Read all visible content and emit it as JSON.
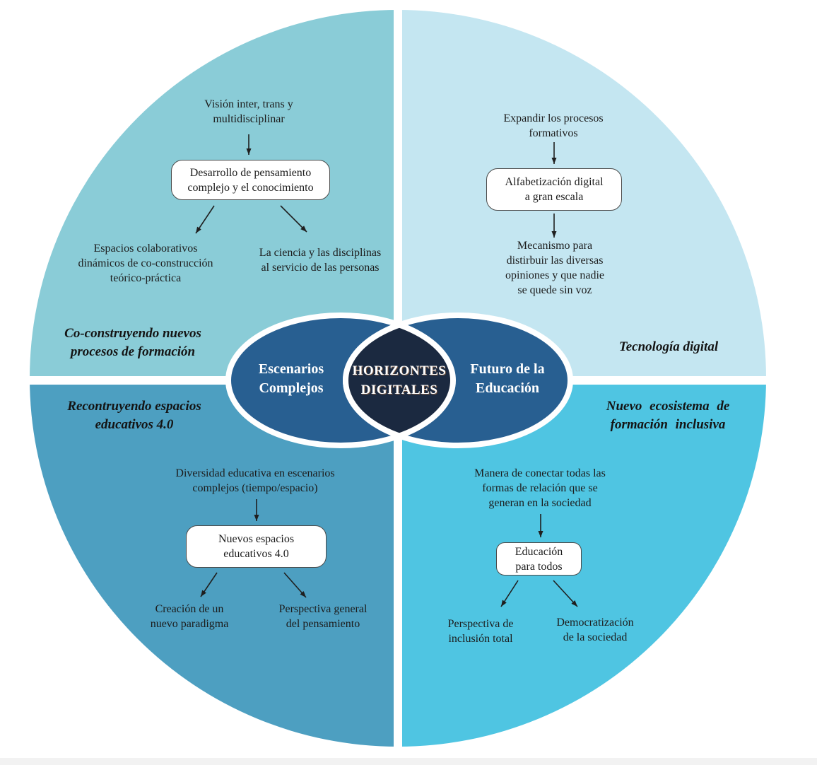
{
  "colors": {
    "quadrant_tl": "#8accd7",
    "quadrant_tr": "#c4e6f1",
    "quadrant_bl": "#4d9fc1",
    "quadrant_br": "#4fc5e2",
    "ellipse_fill": "#285f91",
    "lens_fill": "#1b2940",
    "ring_white": "#ffffff",
    "arrow": "#1f1f1f",
    "page_edge": "#f2f2f2"
  },
  "center": {
    "left_ellipse": "Escenarios\nComplejos",
    "middle": "HORIZONTES\nDIGITALES",
    "right_ellipse": "Futuro de la\nEducación"
  },
  "quadrants": {
    "top_left": {
      "label": "Co-construyendo nuevos\nprocesos de formación",
      "top": "Visión inter, trans y\nmultidisciplinar",
      "box": "Desarrollo de pensamiento\ncomplejo y el conocimiento",
      "leaf_left": "Espacios colaborativos\ndinámicos de co-construcción\nteórico-práctica",
      "leaf_right": "La ciencia y las disciplinas\nal servicio de las personas"
    },
    "top_right": {
      "label": "Tecnología digital",
      "top": "Expandir los procesos\nformativos",
      "box": "Alfabetización digital\na gran escala",
      "bottom": "Mecanismo para\ndistirbuir las diversas\nopiniones y que nadie\nse quede sin voz"
    },
    "bottom_left": {
      "label": "Recontruyendo espacios\neducativos 4.0",
      "top": "Diversidad educativa en escenarios\ncomplejos (tiempo/espacio)",
      "box": "Nuevos espacios\neducativos 4.0",
      "leaf_left": "Creación de un\nnuevo paradigma",
      "leaf_right": "Perspectiva general\ndel pensamiento"
    },
    "bottom_right": {
      "label": "Nuevo ecosistema de\nformación inclusiva",
      "top": "Manera de conectar todas las\nformas de relación que se\ngeneran en la sociedad",
      "box": "Educación\npara todos",
      "leaf_left": "Perspectiva de\ninclusión total",
      "leaf_right": "Democratización\nde la sociedad"
    }
  }
}
